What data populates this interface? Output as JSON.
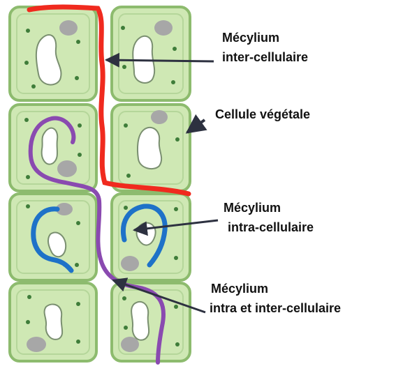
{
  "labels": {
    "inter": {
      "line1": "Mécylium",
      "line2": "inter-cellulaire"
    },
    "cell": {
      "text": "Cellule végétale"
    },
    "intra": {
      "line1": "Mécylium",
      "line2": "intra-cellulaire"
    },
    "mixed": {
      "line1": "Mécylium",
      "line2": "intra et inter-cellulaire"
    }
  },
  "colors": {
    "cell_fill": "#cfe8b4",
    "cell_wall": "#8dbb6e",
    "inter_hypha": "#f02a1e",
    "intra_hypha": "#1e72c8",
    "mixed_hypha": "#8a4ab0",
    "nucleus": "#a7a7a7",
    "arrow": "#2d3140"
  }
}
